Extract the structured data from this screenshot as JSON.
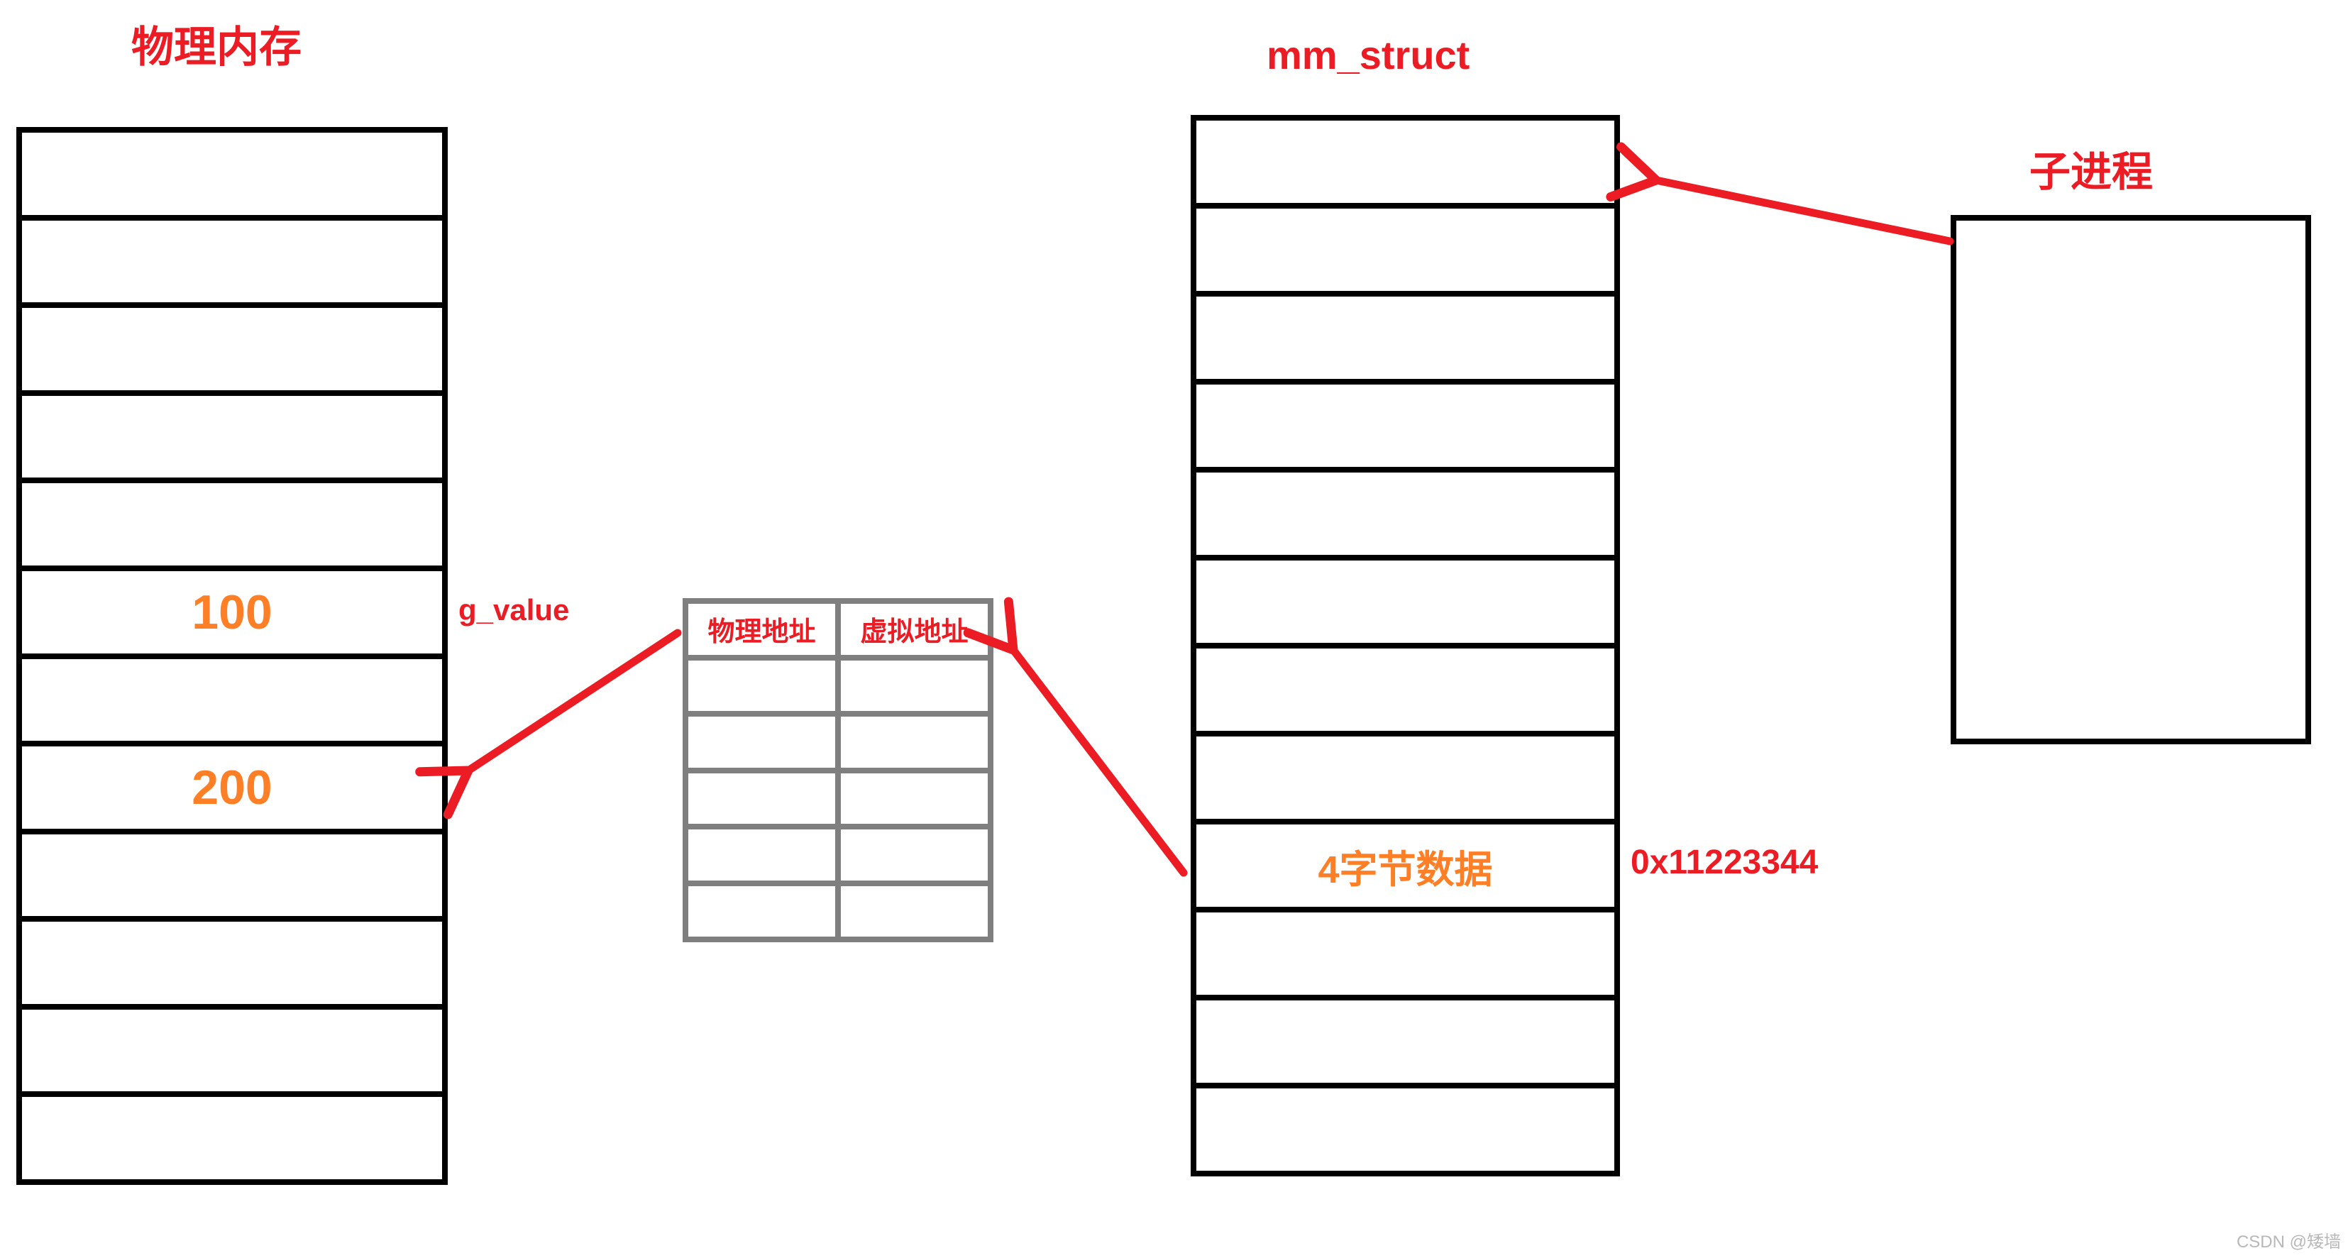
{
  "titles": {
    "physical_memory": "物理内存",
    "mm_struct": "mm_struct",
    "child_process": "子进程"
  },
  "physical_memory_box": {
    "rows": [
      "",
      "",
      "",
      "",
      "",
      "100",
      "",
      "200",
      "",
      "",
      "",
      ""
    ]
  },
  "mm_struct_box": {
    "rows": [
      "",
      "",
      "",
      "",
      "",
      "",
      "",
      "",
      "4字节数据",
      "",
      "",
      ""
    ]
  },
  "page_table": {
    "headers": [
      "物理地址",
      "虚拟地址"
    ],
    "rows": [
      [
        "",
        ""
      ],
      [
        "",
        ""
      ],
      [
        "",
        ""
      ],
      [
        "",
        ""
      ],
      [
        "",
        ""
      ]
    ]
  },
  "labels": {
    "g_value": "g_value",
    "address_value": "0x11223344"
  },
  "watermark": "CSDN @矮墙",
  "colors": {
    "annotation_red": "#ec1c24",
    "value_orange": "#ff7f27",
    "box_border_black": "#000000",
    "table_border_gray": "#7f7f7f",
    "watermark_gray": "#b8b8b8"
  }
}
